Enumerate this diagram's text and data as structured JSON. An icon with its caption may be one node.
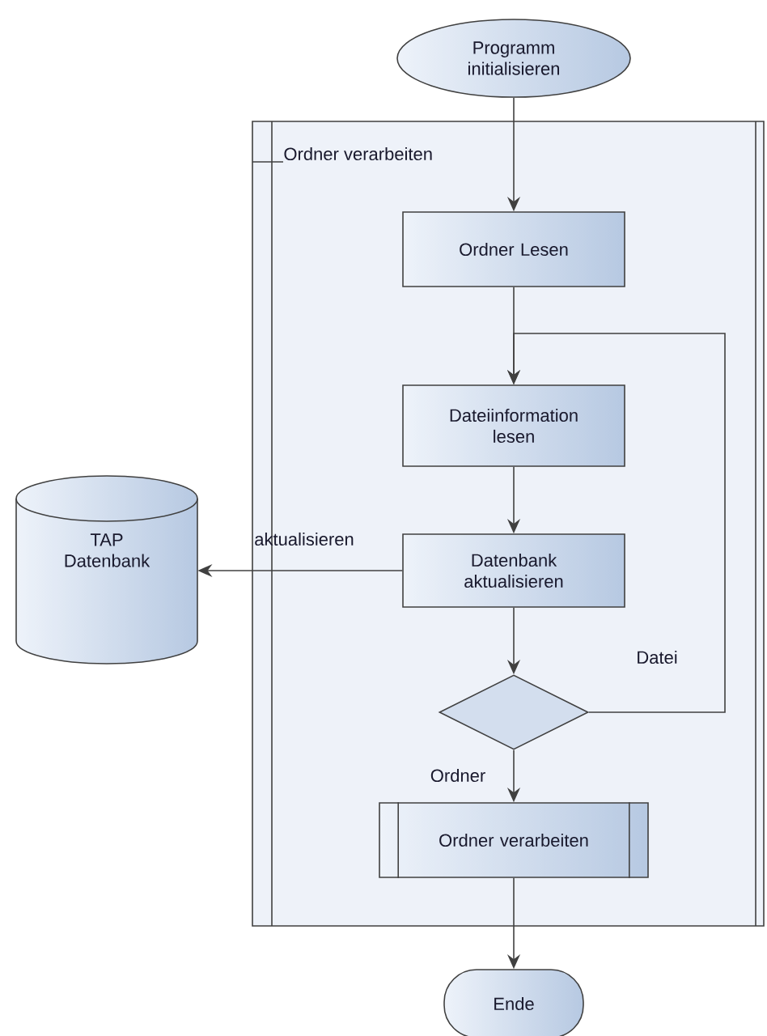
{
  "diagram": {
    "nodes": [
      {
        "text": [
          "Programm initialisieren"
        ]
      },
      {
        "text": [
          "Ordner verarbeiten"
        ]
      },
      {
        "text": [
          "Ordner Lesen"
        ],
        "in": 1
      },
      {
        "text": [
          "Dateiinformation lesen"
        ],
        "in": 1
      },
      {
        "text": [
          "Datenbank aktualisieren"
        ],
        "in": 1
      },
      {
        "text": [],
        "shape": "diamond",
        "in": 1
      },
      {
        "text": [
          "Ordner verarbeiten"
        ],
        "in": 1
      },
      {
        "text": [
          "TAP Datenbank"
        ]
      },
      {
        "text": [
          "Ende"
        ]
      }
    ],
    "edges": [
      {
        "from": 0,
        "to": 2,
        "arrow": "to"
      },
      {
        "from": 2,
        "to": 3,
        "arrow": "to"
      },
      {
        "from": 3,
        "to": 4,
        "arrow": "to"
      },
      {
        "from": 4,
        "to": 7,
        "arrow": "to",
        "label": "aktualisieren"
      },
      {
        "from": 4,
        "to": 5,
        "arrow": "to"
      },
      {
        "from": 5,
        "to": 3,
        "arrow": "to",
        "label": "Datei"
      },
      {
        "from": 5,
        "to": 6,
        "arrow": "to",
        "label": "Ordner"
      },
      {
        "from": 6,
        "to": 8,
        "arrow": "to"
      }
    ]
  }
}
